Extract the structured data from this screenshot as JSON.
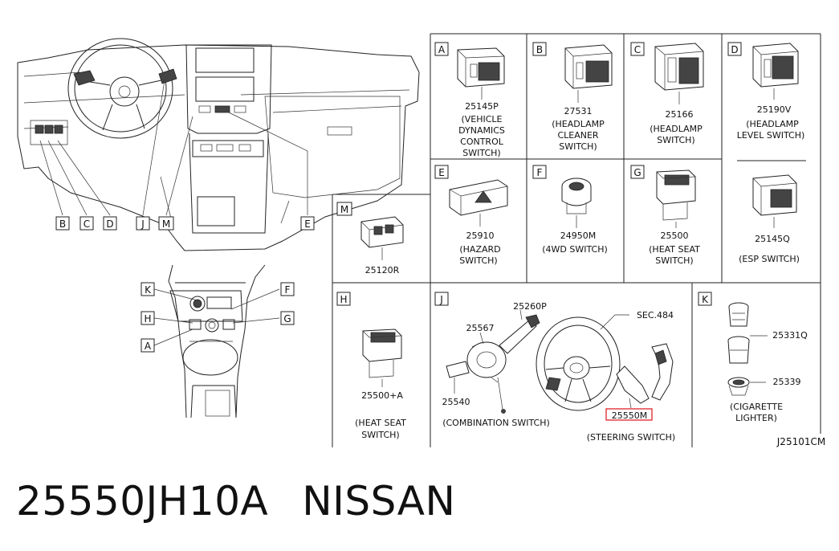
{
  "diagram_code": "J25101CM",
  "part_number": "25550JH10A",
  "brand": "NISSAN",
  "callouts": {
    "overview": [
      "B",
      "C",
      "D",
      "J",
      "M",
      "E"
    ],
    "console": [
      "K",
      "F",
      "H",
      "G",
      "A"
    ]
  },
  "cells": {
    "A": {
      "letter": "A",
      "part": "25145P",
      "desc": [
        "(VEHICLE",
        "DYNAMICS",
        "CONTROL",
        "SWITCH)"
      ]
    },
    "B": {
      "letter": "B",
      "part": "27531",
      "desc": [
        "(HEADLAMP",
        "CLEANER",
        "SWITCH)"
      ]
    },
    "C": {
      "letter": "C",
      "part": "25166",
      "desc": [
        "(HEADLAMP",
        "SWITCH)"
      ]
    },
    "D": {
      "letter": "D",
      "part": "25190V",
      "desc": [
        "(HEADLAMP",
        "LEVEL SWITCH)"
      ]
    },
    "E": {
      "letter": "E",
      "part": "25910",
      "desc": [
        "(HAZARD",
        "SWITCH)"
      ]
    },
    "F": {
      "letter": "F",
      "part": "24950M",
      "desc": [
        "(4WD SWITCH)"
      ]
    },
    "G": {
      "letter": "G",
      "part": "25500",
      "desc": [
        "(HEAT SEAT",
        "SWITCH)"
      ]
    },
    "ESP": {
      "part": "25145Q",
      "desc": [
        "(ESP SWITCH)"
      ]
    },
    "M": {
      "letter": "M",
      "part": "25120R"
    },
    "H": {
      "letter": "H",
      "part": "25500+A",
      "desc": [
        "(HEAT SEAT",
        "SWITCH)"
      ]
    },
    "J": {
      "letter": "J",
      "p1": "25260P",
      "p2": "25567",
      "p3": "25540",
      "ref": "SEC.484",
      "p4": "25550M",
      "desc1": "(COMBINATION SWITCH)",
      "desc2": "(STEERING SWITCH)"
    },
    "K": {
      "letter": "K",
      "p1": "25331Q",
      "p2": "25339",
      "desc": [
        "(CIGARETTE",
        "LIGHTER)"
      ]
    }
  },
  "highlight_color": "#e0242a"
}
